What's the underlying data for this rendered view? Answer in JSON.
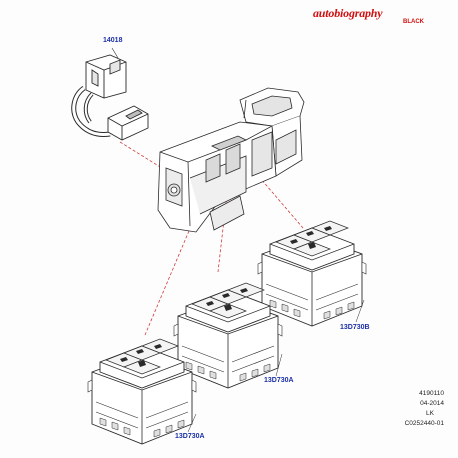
{
  "branding": {
    "title": "autobiography",
    "subtitle": "BLACK",
    "color": "#d01010"
  },
  "part_labels": {
    "harness": "14018",
    "switch_a_left": "13D730A",
    "switch_a_mid": "13D730A",
    "switch_b": "13D730B",
    "color": "#1b2fa8"
  },
  "footer": {
    "ref": "4190110",
    "date": "04-2014",
    "market": "LK",
    "code": "C0252440-01"
  },
  "colors": {
    "leader_lines": "#d23a3a",
    "outline": "#2a2a2a",
    "fill": "#ffffff",
    "shade": "#d9d9d9"
  }
}
